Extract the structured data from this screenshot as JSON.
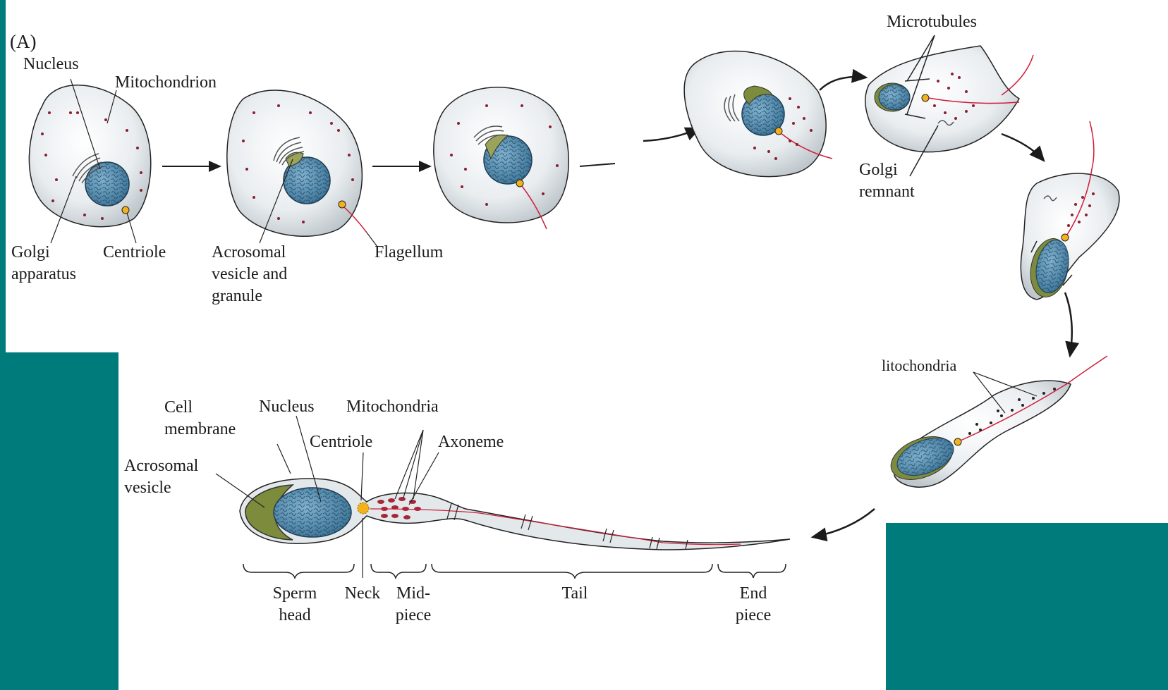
{
  "colors": {
    "background": "#007b7c",
    "panel": "#ffffff",
    "cytoplasm": "#e4e9ec",
    "nucleus": "#5b93b3",
    "mitochondria": "#8a1f2e",
    "centriole": "#f2b21b",
    "flagellum": "#d01d3a",
    "acrosome": "#7d8b3c"
  },
  "panel_label": "(A)",
  "labels": {
    "nucleus_top": "Nucleus",
    "mitochondrion": "Mitochondrion",
    "golgi_apparatus": "Golgi\napparatus",
    "centriole_top": "Centriole",
    "acrosomal_vesicle_granule": "Acrosomal\nvesicle and\ngranule",
    "flagellum": "Flagellum",
    "microtubules": "Microtubules",
    "golgi_remnant": "Golgi\nremnant",
    "mitochondria_right": "litochondria",
    "cell_membrane": "Cell\nmembrane",
    "nucleus_sperm": "Nucleus",
    "mitochondria_sperm": "Mitochondria",
    "centriole_sperm": "Centriole",
    "axoneme": "Axoneme",
    "acrosomal_vesicle": "Acrosomal\nvesicle"
  },
  "segments": [
    {
      "key": "head",
      "label": "Sperm\nhead"
    },
    {
      "key": "neck",
      "label": "Neck"
    },
    {
      "key": "midpiece",
      "label": "Mid-\npiece"
    },
    {
      "key": "tail",
      "label": "Tail"
    },
    {
      "key": "endpiece",
      "label": "End\npiece"
    }
  ]
}
